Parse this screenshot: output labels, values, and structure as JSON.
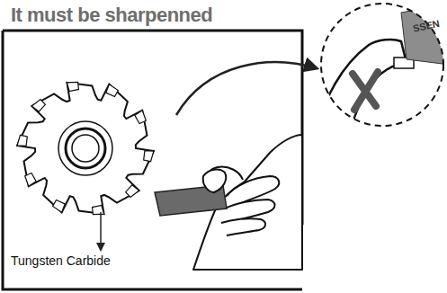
{
  "diagram": {
    "title": "It must be sharpenned",
    "labels": [
      "Tungsten Carbide",
      "SSEN"
    ]
  }
}
